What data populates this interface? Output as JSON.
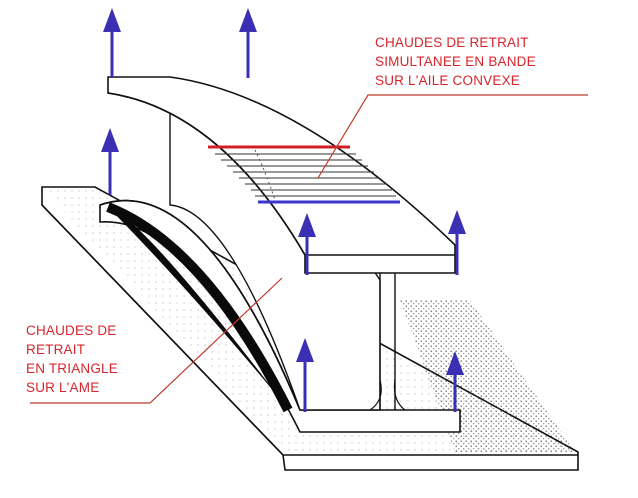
{
  "labels": {
    "convex_flange": [
      "CHAUDES DE RETRAIT",
      "SIMULTANEE EN BANDE",
      "SUR L'AILE CONVEXE"
    ],
    "web_triangle": [
      "CHAUDES DE",
      "RETRAIT",
      "EN TRIANGLE",
      "SUR L'AME"
    ]
  },
  "colors": {
    "label_text": "#d8252b",
    "leader_line": "#c0392b",
    "arrow": "#3b2fb3",
    "band_top": "#d01f26",
    "band_bottom": "#3b35c9",
    "outline": "#111111"
  }
}
